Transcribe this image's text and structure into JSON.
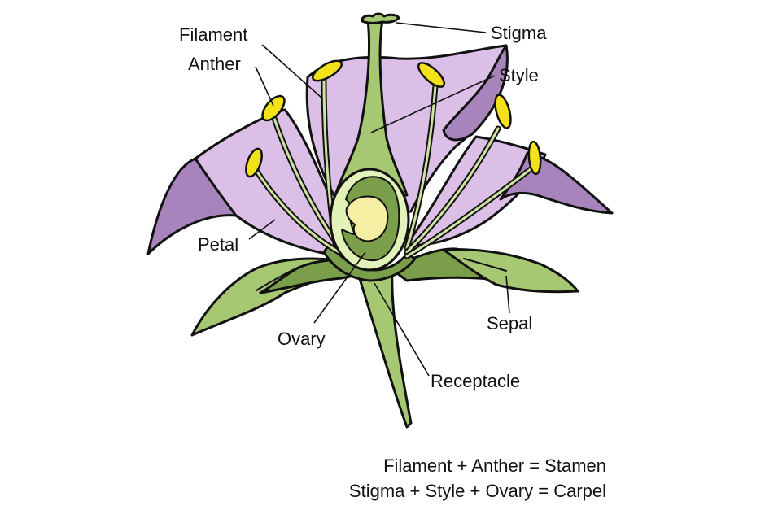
{
  "title": "Parts of a Flower",
  "colors": {
    "petal_light": "#dcbfe6",
    "petal_dark": "#a884bd",
    "green_light": "#a6c873",
    "green_dark": "#7a9e4a",
    "ovary_wall": "#e2f2b8",
    "ovule": "#f6eea2",
    "anther": "#f3e11a",
    "outline": "#111111"
  },
  "labels": {
    "filament": "Filament",
    "anther": "Anther",
    "stigma": "Stigma",
    "style": "Style",
    "petal": "Petal",
    "ovary": "Ovary",
    "sepal": "Sepal",
    "receptacle": "Receptacle"
  },
  "formulas": [
    "Filament + Anther = Stamen",
    "Stigma + Style + Ovary = Carpel"
  ]
}
